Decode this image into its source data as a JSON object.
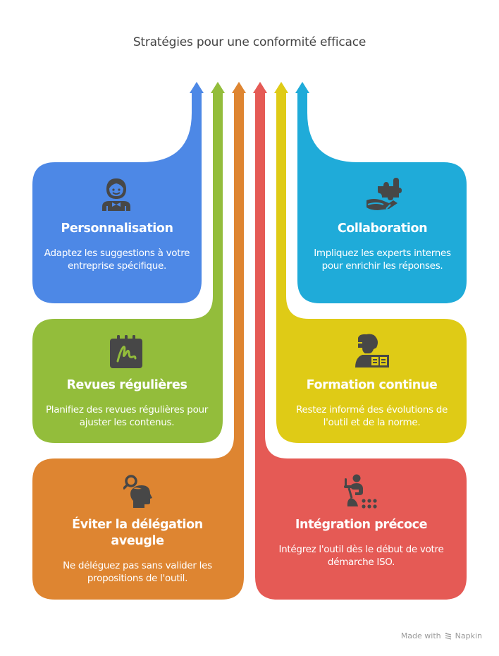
{
  "title": "Stratégies pour une conformité efficace",
  "colors": {
    "blue": "#4d88e6",
    "green": "#93bd3b",
    "orange": "#de8531",
    "red": "#e55a55",
    "yellow": "#dfcb16",
    "cyan": "#1fabd9",
    "icon": "#474747"
  },
  "cards": [
    {
      "id": "personnalisation",
      "title": "Personnalisation",
      "description": "Adaptez les suggestions à votre entreprise spécifique.",
      "icon": "waiter-person-icon",
      "color": "blue"
    },
    {
      "id": "revues",
      "title": "Revues régulières",
      "description": "Planifiez des revues régulières pour ajuster les contenus.",
      "icon": "calendar-signature-icon",
      "color": "green"
    },
    {
      "id": "delegation",
      "title": "Éviter la délégation aveugle",
      "description": "Ne déléguez pas sans valider les propositions de l'outil.",
      "icon": "head-magnifier-icon",
      "color": "orange"
    },
    {
      "id": "integration",
      "title": "Intégration précoce",
      "description": "Intégrez l'outil dès le début de votre démarche ISO.",
      "icon": "person-sweeping-icon",
      "color": "red"
    },
    {
      "id": "formation",
      "title": "Formation continue",
      "description": "Restez informé des évolutions de l'outil et de la norme.",
      "icon": "person-reading-book-icon",
      "color": "yellow"
    },
    {
      "id": "collaboration",
      "title": "Collaboration",
      "description": "Impliquez les experts internes pour enrichir les réponses.",
      "icon": "hand-puzzle-icon",
      "color": "cyan"
    }
  ],
  "footer": {
    "made_with": "Made with",
    "brand": "Napkin"
  }
}
